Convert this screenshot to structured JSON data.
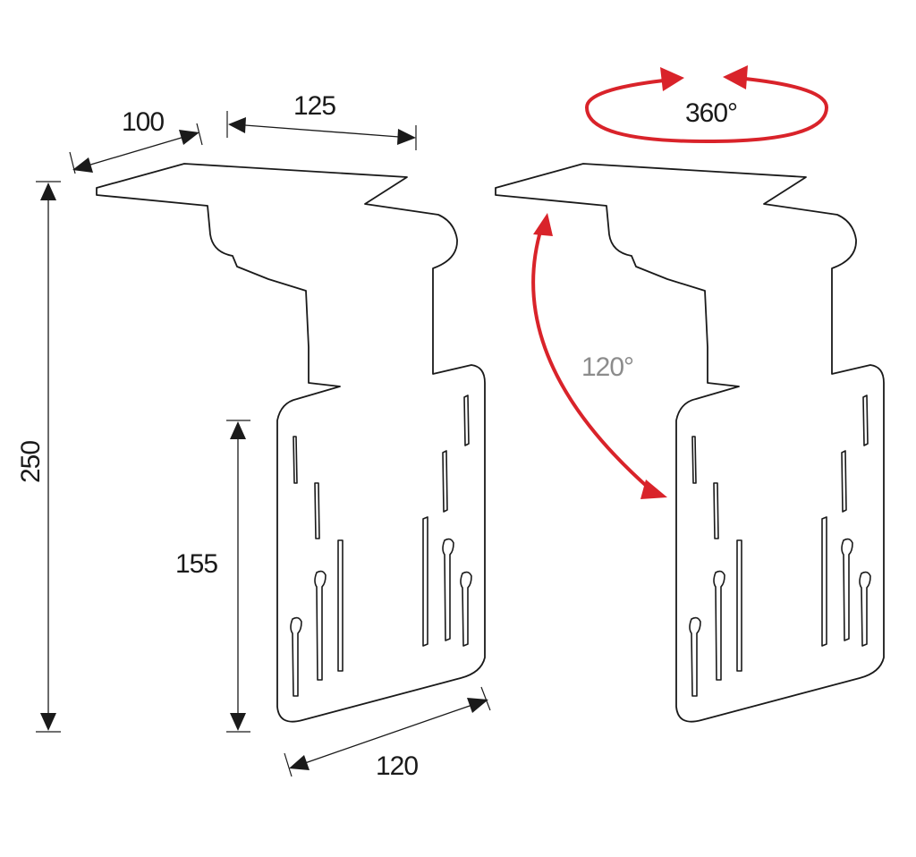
{
  "dimensions": {
    "top_depth": "100",
    "top_width": "125",
    "total_height": "250",
    "plate_height": "155",
    "plate_width": "120"
  },
  "rotation": {
    "swivel": "360°",
    "tilt": "120°"
  },
  "colors": {
    "accent": "#d9232a",
    "outline": "#1a1a1a",
    "tilt_label": "#8c8c8c"
  }
}
